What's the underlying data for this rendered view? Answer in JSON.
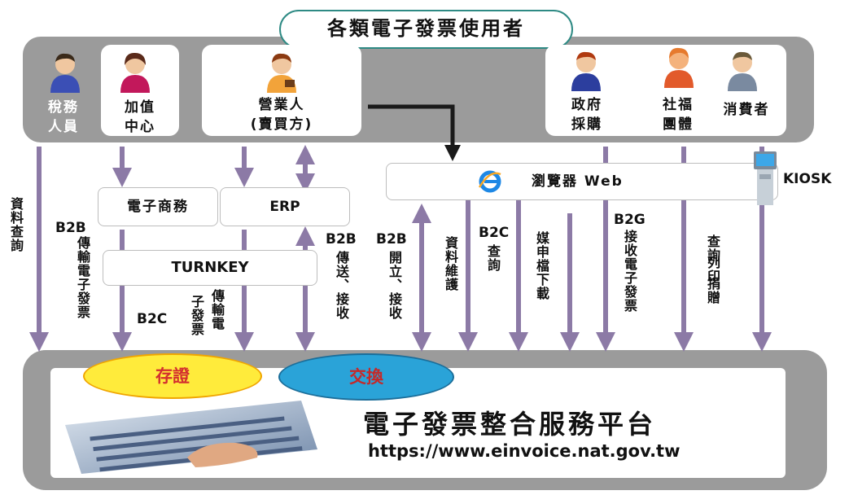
{
  "title": "各類電子發票使用者",
  "users": {
    "tax_staff": [
      "稅務",
      "人員"
    ],
    "value_center": [
      "加值",
      "中心"
    ],
    "business": [
      "營業人",
      "(賣買方)"
    ],
    "government": [
      "政府",
      "採購"
    ],
    "welfare": [
      "社福",
      "團體"
    ],
    "consumer": "消費者"
  },
  "systems": {
    "ecommerce": "電子商務",
    "erp": "ERP",
    "turnkey": "TURNKEY",
    "browser": "瀏覽器 Web",
    "kiosk": "KIOSK"
  },
  "flows": {
    "data_query": "資料查詢",
    "b2b_prefix": "B2B",
    "b2b_transmit": "傳輸電子發票",
    "b2c_prefix": "B2C",
    "b2c_transmit_1": "傳輸電",
    "b2c_transmit_2": "子發票",
    "b2b_send_receive_prefix": "B2B",
    "b2b_send_receive": "傳送、接收",
    "b2b_issue_receive_prefix": "B2B",
    "b2b_issue_receive": "開立、接收",
    "data_maintain": "資料維護",
    "b2c_query_prefix": "B2C",
    "b2c_query": "查詢",
    "media_download": "媒申檔下載",
    "b2g_prefix": "B2G",
    "b2g_receive": "接收電子發票",
    "query_print_donate_1": "查詢",
    "query_print_donate_2": "列印",
    "query_print_donate_3": "捐贈"
  },
  "platform": {
    "storage": "存證",
    "exchange": "交換",
    "name": "電子發票整合服務平台",
    "url": "https://www.einvoice.nat.gov.tw"
  },
  "colors": {
    "band": "#9b9b9b",
    "arrow": "#8c7aa6",
    "title_border": "#2e8a84",
    "storage_fill": "#ffeb3b",
    "storage_text": "#d32f2f",
    "exchange_fill": "#2aa3d8",
    "exchange_text": "#c62828"
  }
}
